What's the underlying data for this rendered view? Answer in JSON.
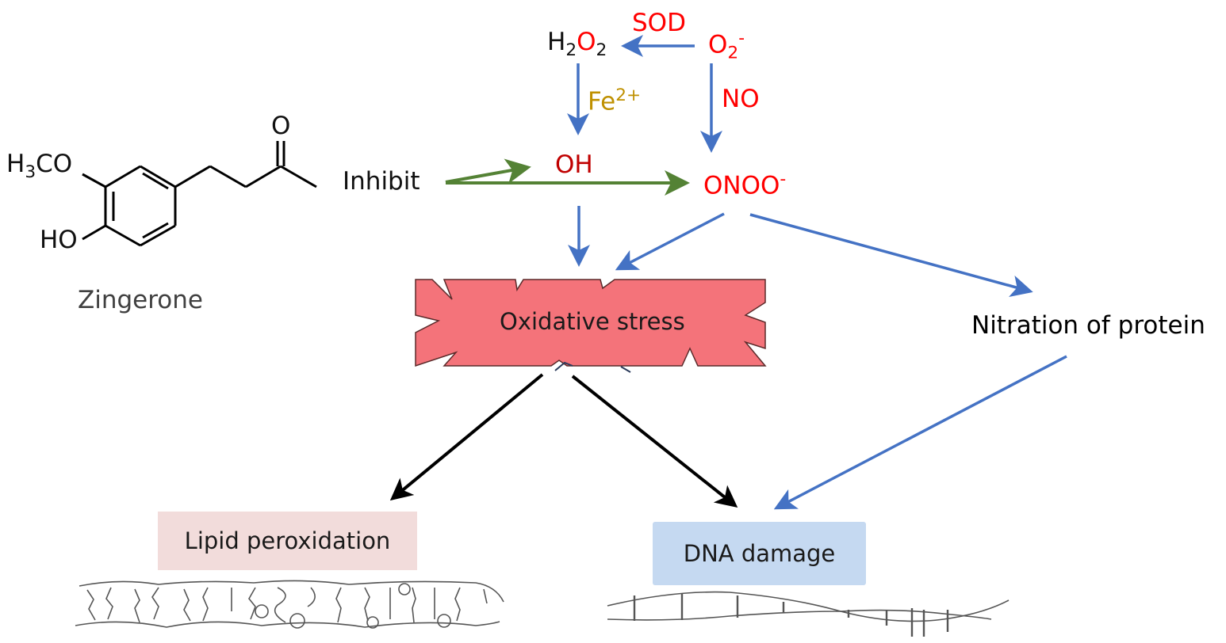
{
  "molecule": {
    "name": "Zingerone",
    "substituent_methoxy": {
      "main": "H",
      "sub": "3",
      "rest": "CO"
    },
    "substituent_hydroxy": "HO",
    "carbonyl_oxygen": "O"
  },
  "species": {
    "h2o2": {
      "h": "H",
      "h_sub": "2",
      "o": "O",
      "o_sub": "2"
    },
    "superoxide": {
      "main": "O",
      "sub": "2",
      "sup": "-"
    },
    "hydroxyl": "OH",
    "peroxynitrite": {
      "main": "ONOO",
      "sup": "-"
    }
  },
  "labels": {
    "sod": "SOD",
    "iron": {
      "main": "Fe",
      "sup": "2+"
    },
    "no": "NO",
    "inhibit": "Inhibit"
  },
  "nodes": {
    "oxidative_stress": "Oxidative stress",
    "nitration": "Nitration of protein",
    "lipid_peroxidation": "Lipid peroxidation",
    "dna_damage": "DNA damage"
  },
  "colors": {
    "blue_arrow": "#4472c4",
    "green_arrow": "#548235",
    "black_arrow": "#000000",
    "species_red": "#ff0000",
    "hydroxyl_red": "#c00000",
    "iron_gold": "#bf9000",
    "oxidative_fill": "#f4737a",
    "lipid_fill": "#f2dcdb",
    "dna_fill": "#c5d9f1"
  }
}
